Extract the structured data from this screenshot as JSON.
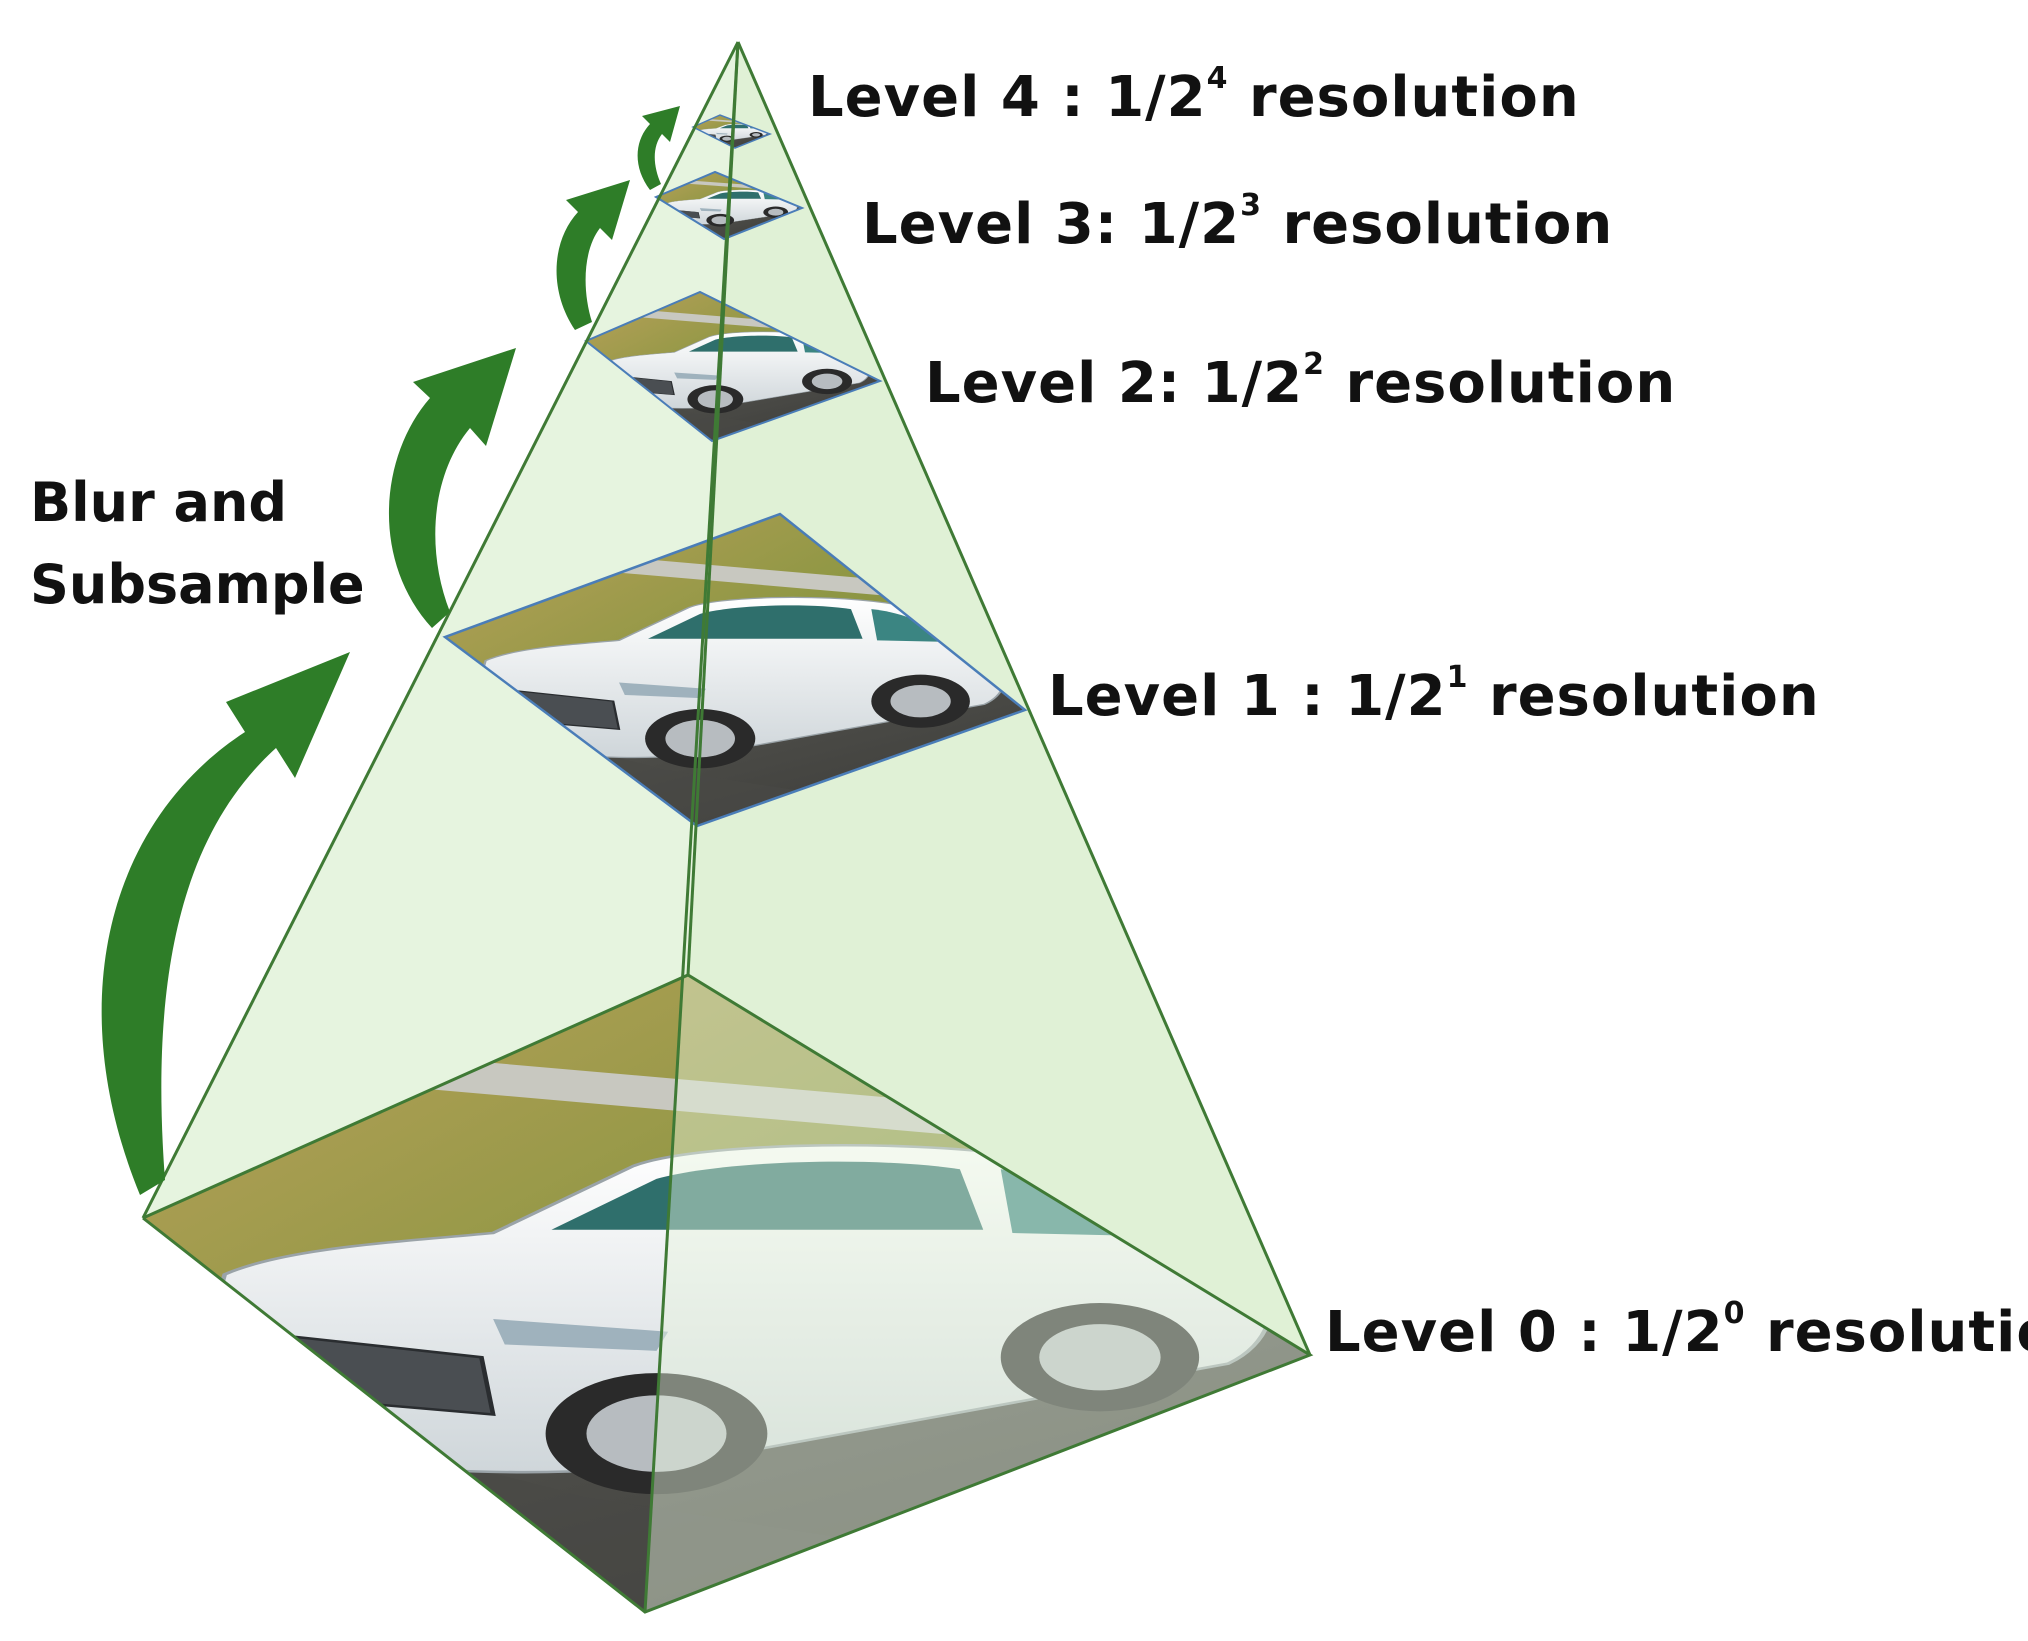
{
  "process_label": [
    "Blur and",
    "Subsample"
  ],
  "levels": [
    {
      "prefix": "Level 0 : 1/2",
      "exp": "0",
      "suffix": " resolution"
    },
    {
      "prefix": "Level 1 : 1/2",
      "exp": "1",
      "suffix": " resolution"
    },
    {
      "prefix": "Level 2: 1/2",
      "exp": "2",
      "suffix": " resolution"
    },
    {
      "prefix": "Level 3: 1/2",
      "exp": "3",
      "suffix": " resolution"
    },
    {
      "prefix": "Level 4 : 1/2",
      "exp": "4",
      "suffix": " resolution"
    }
  ],
  "colors": {
    "arrow": "#2e7d28",
    "pyramid_fill": "#d9efcf",
    "pyramid_edge": "#3f7a35",
    "grass": "#9b9a4c",
    "road": "#4c4c48",
    "car_body": "#f3f6f7",
    "window": "#3f8a88"
  },
  "icons": {
    "arrow": "curved-arrow-icon",
    "image": "car-photo-icon"
  }
}
